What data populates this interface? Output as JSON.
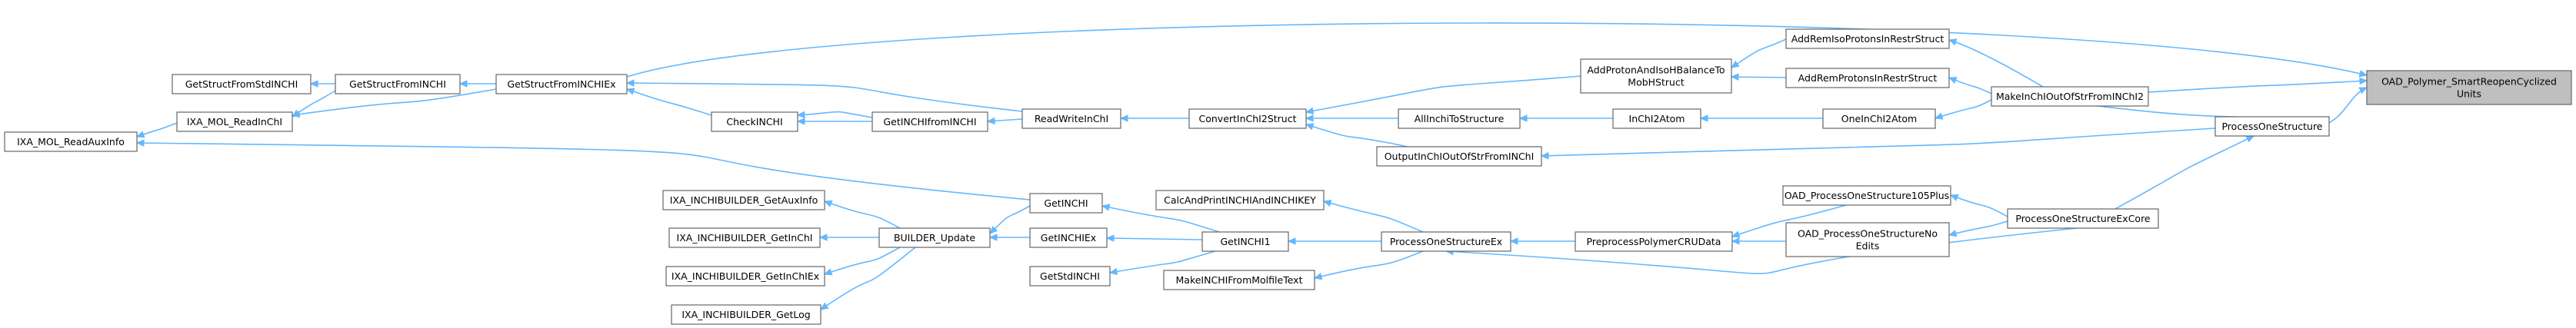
{
  "graph": {
    "nodes": {
      "root": [
        "OAD_Polymer_SmartReopenCyclized",
        "Units"
      ],
      "processOneStructure": [
        "ProcessOneStructure"
      ],
      "makeInChIOutOfStrFromINChI2": [
        "MakeInChIOutOfStrFromINChI2"
      ],
      "addRemIsoProtons": [
        "AddRemIsoProtonsInRestrStruct"
      ],
      "addRemProtons": [
        "AddRemProtonsInRestrStruct"
      ],
      "addProtonAndIsoH": [
        "AddProtonAndIsoHBalanceTo",
        "MobHStruct"
      ],
      "oneInChI2Atom": [
        "OneInChI2Atom"
      ],
      "inChI2Atom": [
        "InChI2Atom"
      ],
      "allInchiToStructure": [
        "AllInchiToStructure"
      ],
      "outputInChIOutOfStr": [
        "OutputInChIOutOfStrFromINChI"
      ],
      "convertInChI2Struct": [
        "ConvertInChI2Struct"
      ],
      "readWriteInChI": [
        "ReadWriteInChI"
      ],
      "getINCHIfromINCHI": [
        "GetINCHIfromINCHI"
      ],
      "checkINCHI": [
        "CheckINCHI"
      ],
      "getStructFromINCHIEx": [
        "GetStructFromINCHIEx"
      ],
      "getStructFromINCHI": [
        "GetStructFromINCHI"
      ],
      "getStructFromStdINCHI": [
        "GetStructFromStdINCHI"
      ],
      "ixaMolReadInChI": [
        "IXA_MOL_ReadInChI"
      ],
      "ixaMolReadAuxInfo": [
        "IXA_MOL_ReadAuxInfo"
      ],
      "processOneStructureExCore": [
        "ProcessOneStructureExCore"
      ],
      "oad105Plus": [
        "OAD_ProcessOneStructure105Plus"
      ],
      "oadNoEdits": [
        "OAD_ProcessOneStructureNo",
        "Edits"
      ],
      "preprocessPolymer": [
        "PreprocessPolymerCRUData"
      ],
      "processOneStructureEx": [
        "ProcessOneStructureEx"
      ],
      "calcAndPrint": [
        "CalcAndPrintINCHIAndINCHIKEY"
      ],
      "makeINCHIFromMolfile": [
        "MakeINCHIFromMolfileText"
      ],
      "getINCHI1": [
        "GetINCHI1"
      ],
      "getINCHI": [
        "GetINCHI"
      ],
      "getINCHIEx": [
        "GetINCHIEx"
      ],
      "getStdINCHI": [
        "GetStdINCHI"
      ],
      "builderUpdate": [
        "BUILDER_Update"
      ],
      "ixaGetAuxInfo": [
        "IXA_INCHIBUILDER_GetAuxInfo"
      ],
      "ixaGetInChI": [
        "IXA_INCHIBUILDER_GetInChI"
      ],
      "ixaGetInChIEx": [
        "IXA_INCHIBUILDER_GetInChIEx"
      ],
      "ixaGetLog": [
        "IXA_INCHIBUILDER_GetLog"
      ]
    }
  }
}
